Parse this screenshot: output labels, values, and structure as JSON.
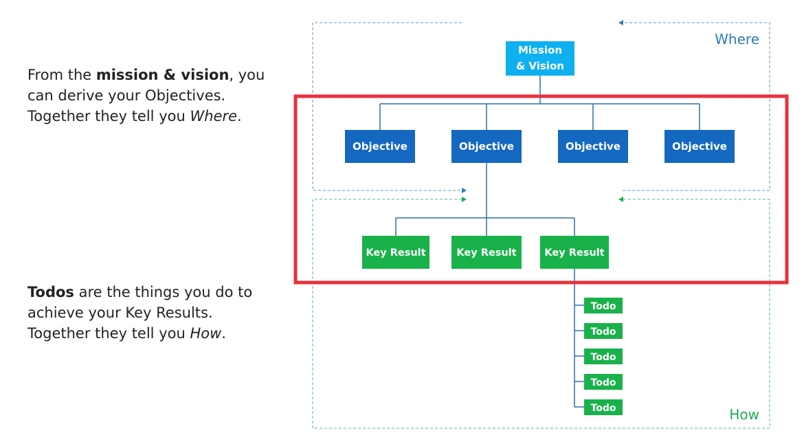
{
  "text": {
    "para1": {
      "line1_pre": "From the ",
      "line1_bold": "mission & vision",
      "line1_post": ", you",
      "line2": "can derive your Objectives.",
      "line3_pre": "Together they tell you ",
      "line3_italic": "Where",
      "line3_post": "."
    },
    "para2": {
      "line1_bold": "Todos",
      "line1_post": " are the things you do to",
      "line2": "achieve your Key Results.",
      "line3_pre": "Together they tell you ",
      "line3_italic": "How",
      "line3_post": "."
    }
  },
  "diagram": {
    "where_label": "Where",
    "how_label": "How",
    "mission": {
      "line1": "Mission",
      "line2": "& Vision"
    },
    "objectives": [
      "Objective",
      "Objective",
      "Objective",
      "Objective"
    ],
    "key_results": [
      "Key Result",
      "Key Result",
      "Key Result"
    ],
    "todos": [
      "Todo",
      "Todo",
      "Todo",
      "Todo",
      "Todo"
    ]
  },
  "colors": {
    "mission_fill": "#0fb0f0",
    "objective_fill": "#1468c0",
    "key_result_fill": "#19b24a",
    "todo_fill": "#19b24a",
    "connector": "#2a6fb0",
    "where_dash": "#7aaed6",
    "how_dash": "#6fcf94",
    "highlight": "#e8323c",
    "where_text": "#2f7ab8",
    "how_text": "#22a856"
  }
}
